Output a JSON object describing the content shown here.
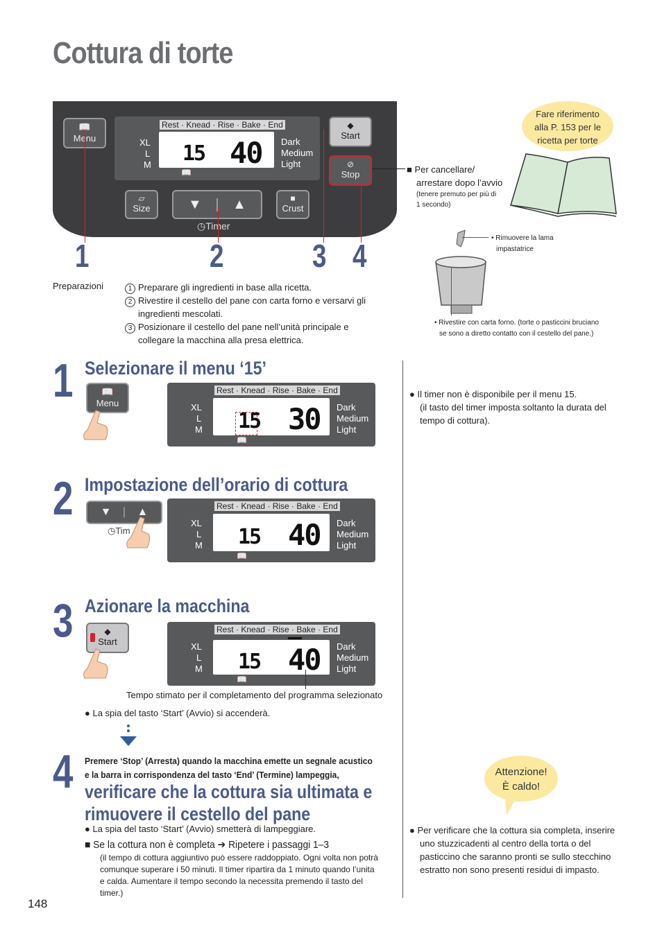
{
  "title": "Cottura di torte",
  "panel": {
    "menu_label": "Menu",
    "size_label": "Size",
    "crust_label": "Crust",
    "timer_label": "Timer",
    "start_label": "Start",
    "stop_label": "Stop",
    "stages": "Rest · Knead · Rise · Bake · End",
    "sizes": [
      "XL",
      "L",
      "M"
    ],
    "crusts": [
      "Dark",
      "Medium",
      "Light"
    ],
    "display_menu": "15",
    "display_time": "40",
    "callouts": [
      "1",
      "2",
      "3",
      "4"
    ]
  },
  "stop_note": {
    "line1": "■ Per cancellare/",
    "line2": "arrestare dopo l’avvio",
    "line3": "(tenere premuto per più di",
    "line4": "1 secondo)"
  },
  "ref_bubble": [
    "Fare riferimento",
    "alla P. 153 per le",
    "ricetta per torte"
  ],
  "blade_note": [
    "• Rimuovere la lama",
    "impastatrice"
  ],
  "pan_note": [
    "• Rivestire con carta forno. (torte o pasticcini bruciano",
    "se sono a diretto contatto con il cestello del pane.)"
  ],
  "prep": {
    "label": "Preparazioni",
    "items": [
      {
        "n": "1",
        "text": "Preparare gli ingredienti in base alla ricetta."
      },
      {
        "n": "2",
        "text": "Rivestire il cestello del pane con carta forno e versarvi gli",
        "text2": "ingredienti mescolati."
      },
      {
        "n": "3",
        "text": "Posizionare il cestello del pane nell’unità principale e",
        "text2": "collegare la macchina alla presa elettrica."
      }
    ]
  },
  "steps": [
    {
      "num": "1",
      "heading": "Selezionare il menu ‘15’",
      "display_menu": "15",
      "display_time": "30"
    },
    {
      "num": "2",
      "heading": "Impostazione dell’orario di cottura",
      "display_menu": "15",
      "display_time": "40",
      "timer_short": "Tim"
    },
    {
      "num": "3",
      "heading": "Azionare la macchina",
      "display_menu": "15",
      "display_time": "40",
      "caption": "Tempo stimato per il completamento del programma selezionato",
      "note": "● La spia del tasto ‘Start’ (Avvio) si accenderà."
    },
    {
      "num": "4",
      "bold1": "Premere ‘Stop’ (Arresta) quando la macchina emette un segnale acustico",
      "bold2": "e la barra in corrispondenza del tasto ‘End’ (Termine) lampeggia,",
      "heading1": "verificare che la cottura sia ultimata e",
      "heading2": "rimuovere il cestello del pane",
      "note1": "● La spia del tasto ‘Start’ (Avvio) smetterà di lampeggiare.",
      "note2": "■ Se la cottura non è completa ➔ Ripetere i passaggi 1–3",
      "extra": [
        "(il tempo di cottura aggiuntivo può essere raddoppiato. Ogni volta non potrà",
        "comunque superare i 50 minuti. Il timer ripartira da 1 minuto quando l’unita",
        "e calda. Aumentare il tempo secondo la necessita premendo il tasto del",
        "timer.)"
      ]
    }
  ],
  "right_note1": [
    "● Il timer non è disponibile per il menu 15.",
    "(il tasto del timer imposta soltanto la durata del",
    "tempo di cottura)."
  ],
  "caution_bubble": [
    "Attenzione!",
    "È caldo!"
  ],
  "right_note2": [
    "● Per verificare che la cottura sia completa, inserire",
    "uno stuzzicadenti al centro della torta o del",
    "pasticcino che saranno pronti se sullo stecchino",
    "estratto non sono presenti residui di impasto."
  ],
  "page_number": "148"
}
